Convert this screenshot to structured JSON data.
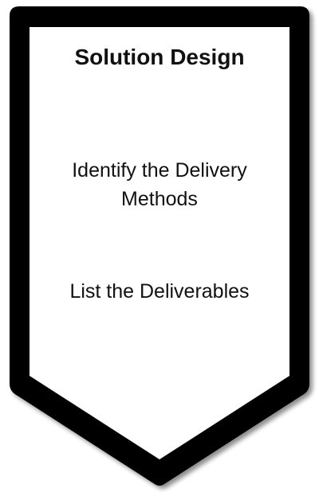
{
  "banner": {
    "title": "Solution Design",
    "items": [
      "Identify the Delivery Methods",
      "List the Deliverables"
    ],
    "colors": {
      "border": "#000000",
      "fill": "#ffffff",
      "text": "#111111"
    }
  }
}
